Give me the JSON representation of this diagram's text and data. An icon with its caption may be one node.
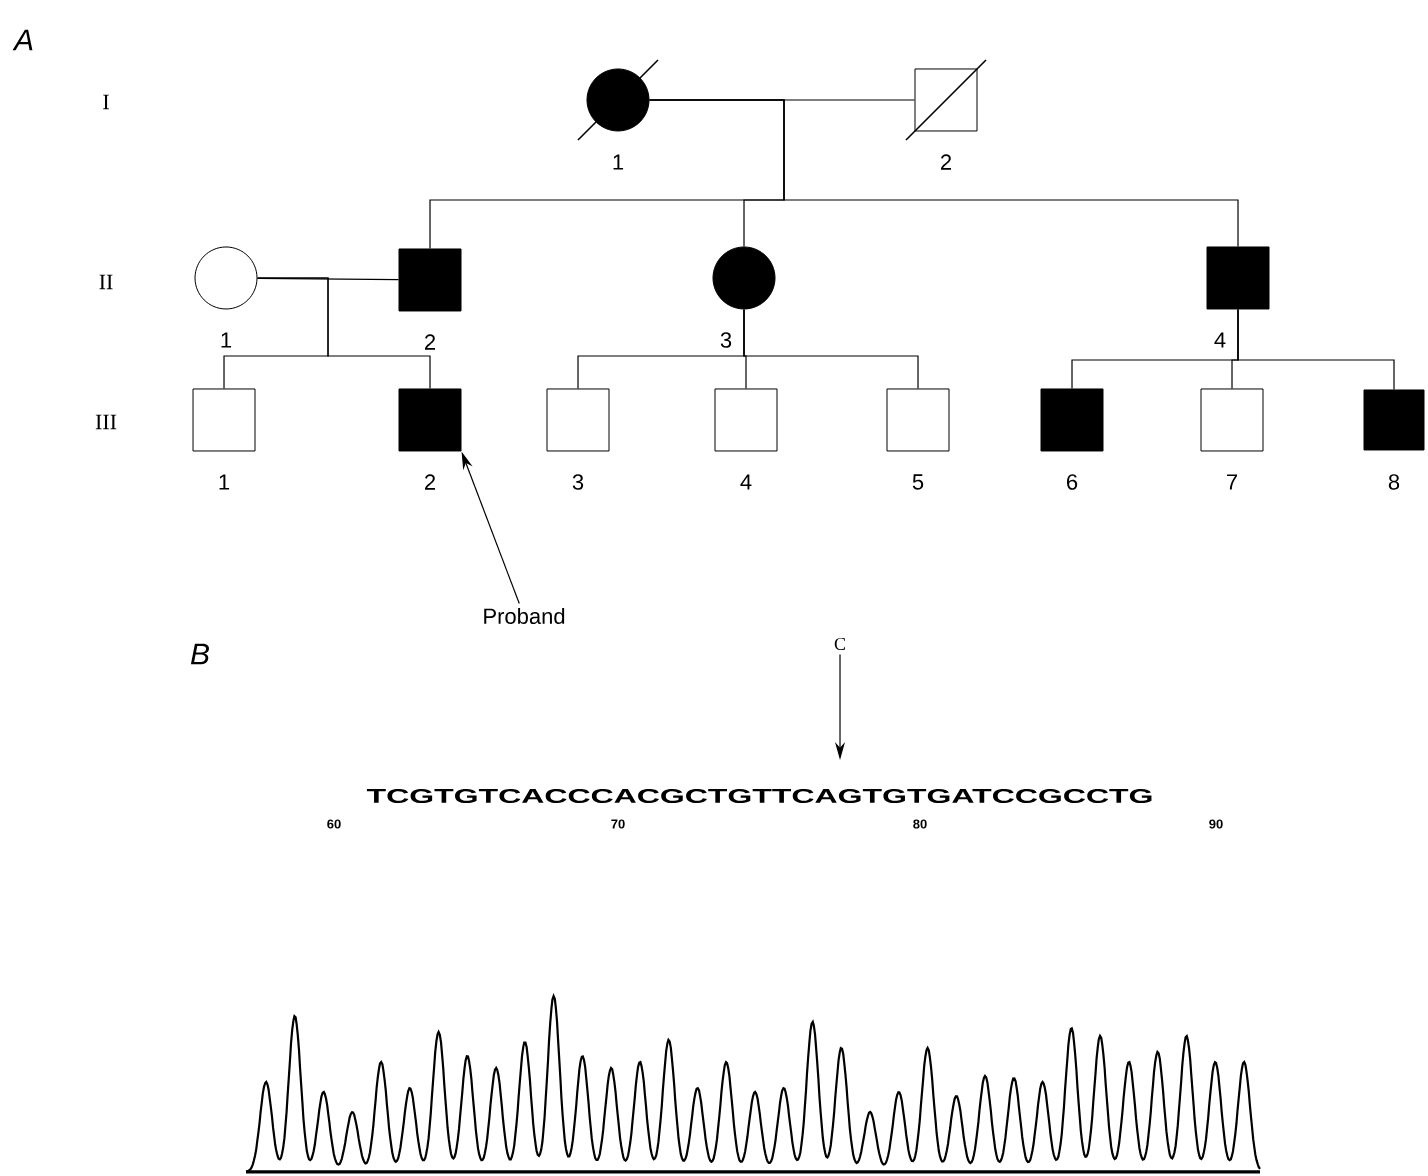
{
  "diagram": {
    "nodes": [
      {
        "text": [
          "1"
        ]
      },
      {
        "text": [
          "2"
        ]
      },
      {
        "text": [
          "1"
        ]
      },
      {
        "text": [
          "2"
        ]
      },
      {
        "text": [
          "3"
        ]
      },
      {
        "text": [
          "4"
        ]
      },
      {
        "text": [
          "1"
        ]
      },
      {
        "text": [
          "2"
        ]
      },
      {
        "text": [
          "3"
        ]
      },
      {
        "text": [
          "4"
        ]
      },
      {
        "text": [
          "5"
        ]
      },
      {
        "text": [
          "6"
        ]
      },
      {
        "text": [
          "7"
        ]
      },
      {
        "text": [
          "8"
        ]
      },
      {
        "text": [
          "Proband"
        ]
      },
      {
        "text": [
          "C"
        ]
      }
    ],
    "edges": [
      {
        "from": 0,
        "to": 1,
        "arrow": "none"
      },
      {
        "from": 0,
        "to": 3,
        "arrow": "none"
      },
      {
        "from": 0,
        "to": 4,
        "arrow": "none"
      },
      {
        "from": 0,
        "to": 5,
        "arrow": "none"
      },
      {
        "from": 2,
        "to": 3,
        "arrow": "none"
      },
      {
        "from": 2,
        "to": 6,
        "arrow": "none"
      },
      {
        "from": 2,
        "to": 7,
        "arrow": "none"
      },
      {
        "from": 4,
        "to": 8,
        "arrow": "none"
      },
      {
        "from": 4,
        "to": 9,
        "arrow": "none"
      },
      {
        "from": 4,
        "to": 10,
        "arrow": "none"
      },
      {
        "from": 5,
        "to": 11,
        "arrow": "none"
      },
      {
        "from": 5,
        "to": 12,
        "arrow": "none"
      },
      {
        "from": 5,
        "to": 13,
        "arrow": "none"
      },
      {
        "from": 14,
        "to": 7,
        "arrow": "to"
      },
      {
        "from": 15,
        "to": null,
        "arrow": "to"
      }
    ],
    "labels": [
      "A",
      "I",
      "II",
      "III",
      "B",
      "TCGTGTCACCCACGCTGTTCAGTGTGATCCGCCTG",
      "60",
      "70",
      "80",
      "90"
    ]
  }
}
